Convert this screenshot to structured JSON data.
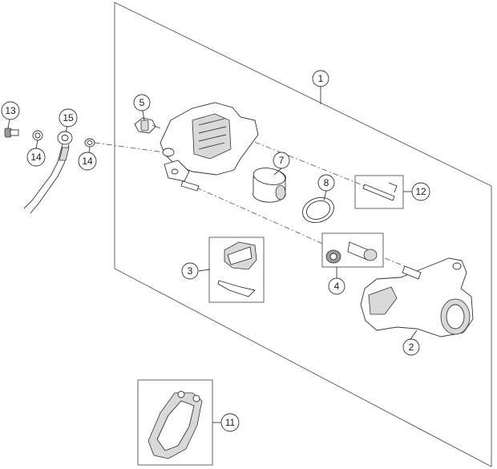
{
  "diagram": {
    "callouts": [
      {
        "id": "c1",
        "label": "1"
      },
      {
        "id": "c2",
        "label": "2"
      },
      {
        "id": "c3",
        "label": "3"
      },
      {
        "id": "c4",
        "label": "4"
      },
      {
        "id": "c5",
        "label": "5"
      },
      {
        "id": "c7",
        "label": "7"
      },
      {
        "id": "c8",
        "label": "8"
      },
      {
        "id": "c11",
        "label": "11"
      },
      {
        "id": "c12",
        "label": "12"
      },
      {
        "id": "c13",
        "label": "13"
      },
      {
        "id": "c14a",
        "label": "14"
      },
      {
        "id": "c14b",
        "label": "14"
      },
      {
        "id": "c15",
        "label": "15"
      }
    ]
  }
}
